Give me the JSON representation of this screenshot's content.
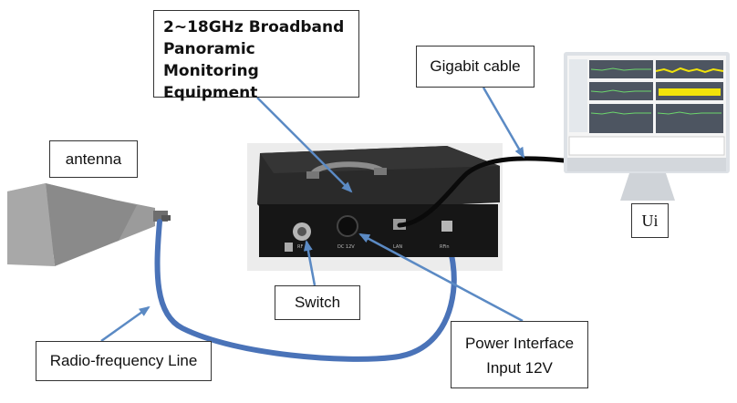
{
  "title_box": {
    "line1": "2~18GHz Broadband",
    "line2": "Panoramic Monitoring",
    "line3": "Equipment"
  },
  "labels": {
    "antenna": "antenna",
    "gigabit_cable": "Gigabit cable",
    "ui": "Ui",
    "switch": "Switch",
    "rf_line": "Radio-frequency Line",
    "power_line1": "Power Interface",
    "power_line2": "Input 12V"
  },
  "device_panel_text": {
    "port1": "RF",
    "port2": "DC 12V",
    "port3": "LAN",
    "port4": "RFin"
  },
  "colors": {
    "arrow": "#5b8ac4",
    "rf_cable": "#4a73b8",
    "device_body": "#1f1f1f",
    "monitor_frame": "#dde1e6",
    "trace_yellow": "#f1e30a",
    "trace_green": "#6cd56c"
  }
}
